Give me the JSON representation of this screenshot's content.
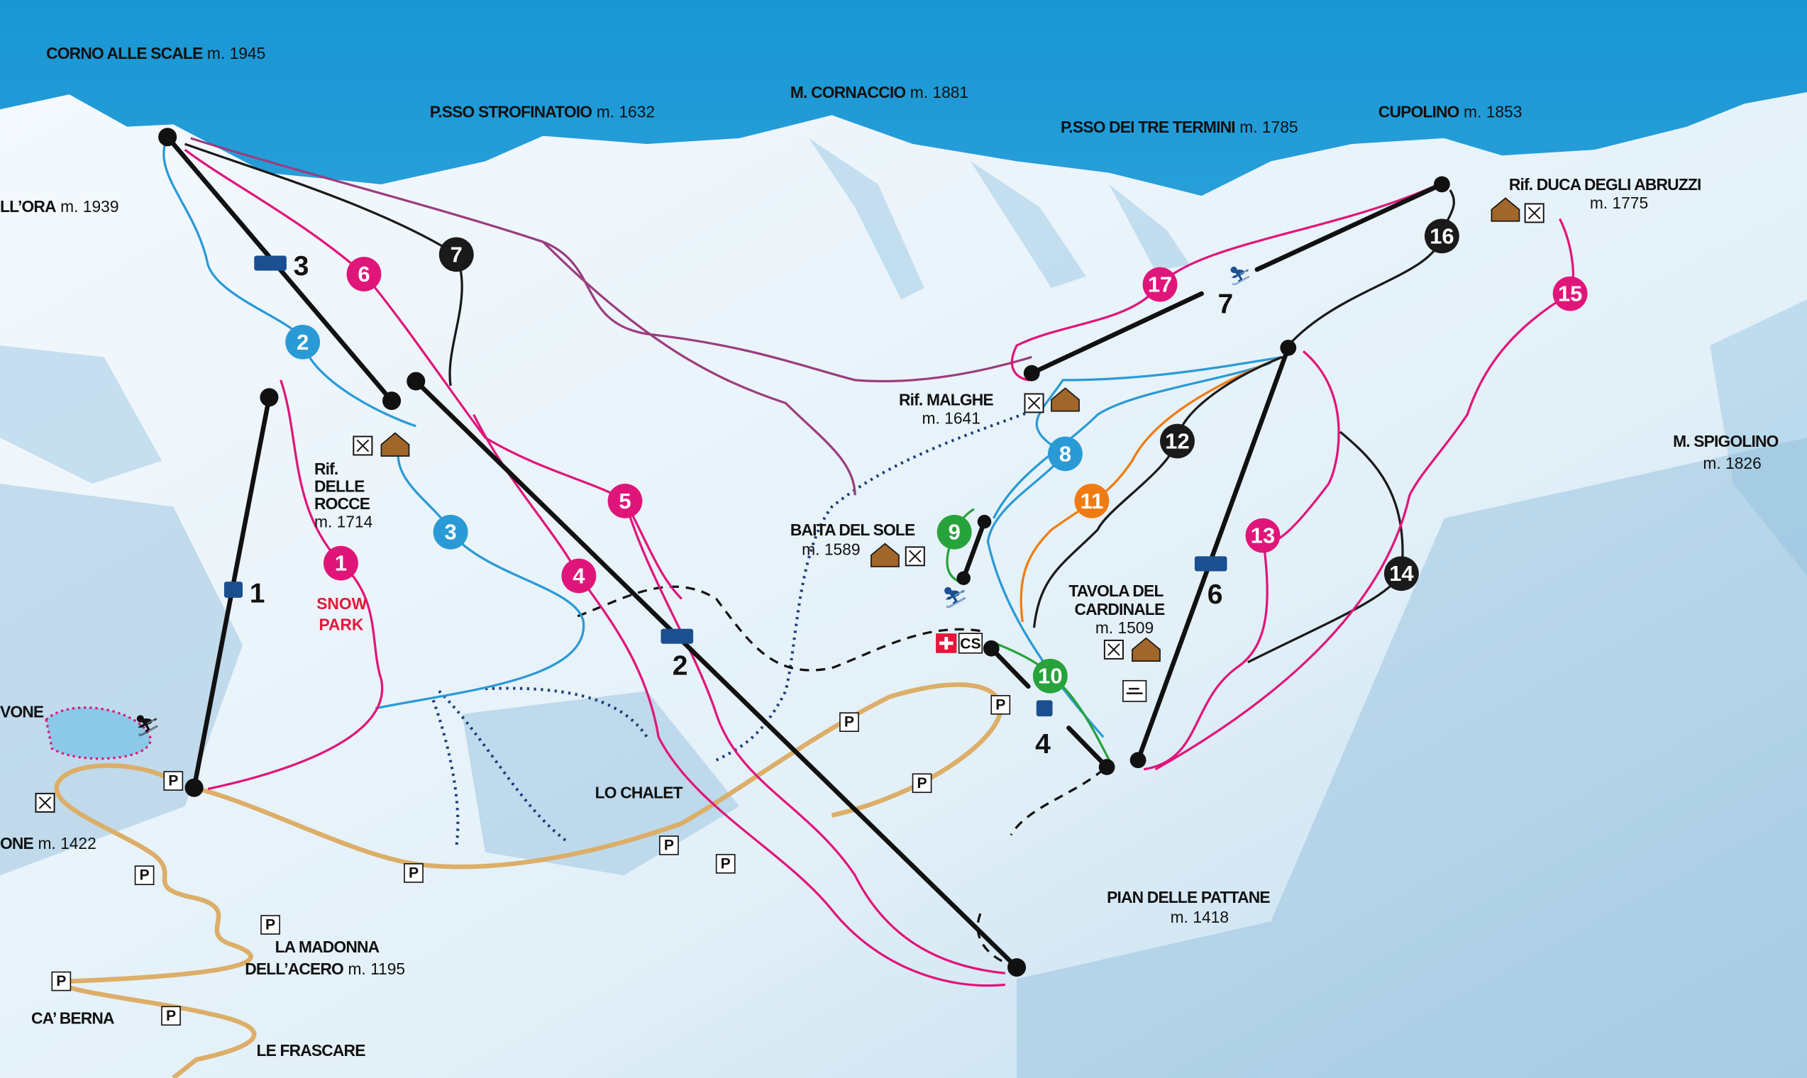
{
  "colors": {
    "blue": "#2a9ad6",
    "red": "#e0157a",
    "black": "#1a1a1a",
    "green": "#27a33b",
    "orange": "#ef7c12",
    "sky": "#1fa3dc",
    "road": "#dcae68"
  },
  "peaks": [
    {
      "name": "CORNO ALLE SCALE",
      "alt": "m. 1945"
    },
    {
      "name": "P.SSO STROFINATOIO",
      "alt": "m. 1632"
    },
    {
      "name": "M. CORNACCIO",
      "alt": "m. 1881"
    },
    {
      "name": "P.SSO DEI TRE TERMINI",
      "alt": "m. 1785"
    },
    {
      "name": "CUPOLINO",
      "alt": "m. 1853"
    },
    {
      "name": "LL’ORA",
      "alt": "m. 1939"
    },
    {
      "name": "M. SPIGOLINO",
      "alt": "m. 1826"
    }
  ],
  "places": {
    "duca": {
      "name": "Rif. DUCA DEGLI ABRUZZI",
      "alt": "m. 1775"
    },
    "malghe": {
      "name": "Rif. MALGHE",
      "alt": "m. 1641"
    },
    "rocce": {
      "l1": "Rif.",
      "l2": "DELLE",
      "l3": "ROCCE",
      "alt": "m. 1714"
    },
    "baita": {
      "name": "BAITA DEL SOLE",
      "alt": "m. 1589"
    },
    "tavola": {
      "l1": "TAVOLA DEL",
      "l2": "CARDINALE",
      "alt": "m. 1509"
    },
    "snowpark": {
      "l1": "SNOW",
      "l2": "PARK"
    },
    "vone": "VONE",
    "one": {
      "name": "ONE",
      "alt": "m. 1422"
    },
    "chalet": "LO CHALET",
    "pattane": {
      "name": "PIAN DELLE PATTANE",
      "alt": "m. 1418"
    },
    "madonna": {
      "l1": "LA MADONNA",
      "l2": "DELL’ACERO",
      "alt": "m. 1195"
    },
    "caberna": "CA’ BERNA",
    "frascare": "LE FRASCARE",
    "cs": "CS"
  },
  "lifts": [
    "1",
    "2",
    "3",
    "4",
    "6",
    "7"
  ],
  "pistes": [
    {
      "number": "1",
      "difficulty": "red"
    },
    {
      "number": "2",
      "difficulty": "blue"
    },
    {
      "number": "3",
      "difficulty": "blue"
    },
    {
      "number": "4",
      "difficulty": "red"
    },
    {
      "number": "5",
      "difficulty": "red"
    },
    {
      "number": "6",
      "difficulty": "red"
    },
    {
      "number": "7",
      "difficulty": "black"
    },
    {
      "number": "8",
      "difficulty": "blue"
    },
    {
      "number": "9",
      "difficulty": "green"
    },
    {
      "number": "10",
      "difficulty": "green"
    },
    {
      "number": "11",
      "difficulty": "orange"
    },
    {
      "number": "12",
      "difficulty": "black"
    },
    {
      "number": "13",
      "difficulty": "red"
    },
    {
      "number": "14",
      "difficulty": "black"
    },
    {
      "number": "15",
      "difficulty": "red"
    },
    {
      "number": "16",
      "difficulty": "black"
    },
    {
      "number": "17",
      "difficulty": "red"
    }
  ],
  "parking_label": "P"
}
